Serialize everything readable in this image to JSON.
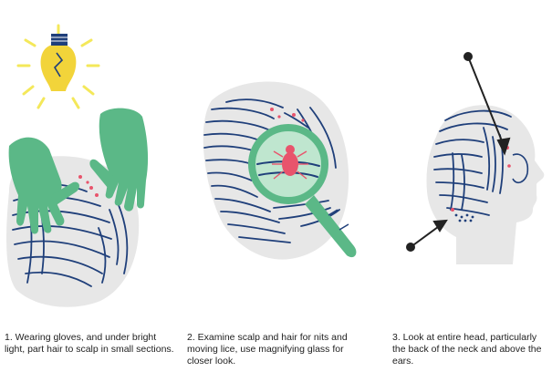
{
  "colors": {
    "hair": "#1f3f7a",
    "glove": "#5bb887",
    "glove_dark": "#3f9368",
    "scalp": "#e7e7e7",
    "nit": "#e8546c",
    "bulb": "#f2d43a",
    "ray": "#f4e85a",
    "arrow": "#222222",
    "lens_rim": "#5bb887",
    "lens_fill": "#bfe6cf"
  },
  "icons": [
    "light-bulb-icon",
    "glove-icon",
    "head-icon",
    "magnifying-glass-icon",
    "louse-icon",
    "arrow-icon"
  ],
  "steps": [
    {
      "caption": "1. Wearing gloves, and under bright light, part hair to scalp in small sections."
    },
    {
      "caption": "2. Examine scalp and hair for nits and moving lice, use magnifying glass for closer look."
    },
    {
      "caption": "3. Look at entire head, particularly the back of the neck and above the ears."
    }
  ]
}
